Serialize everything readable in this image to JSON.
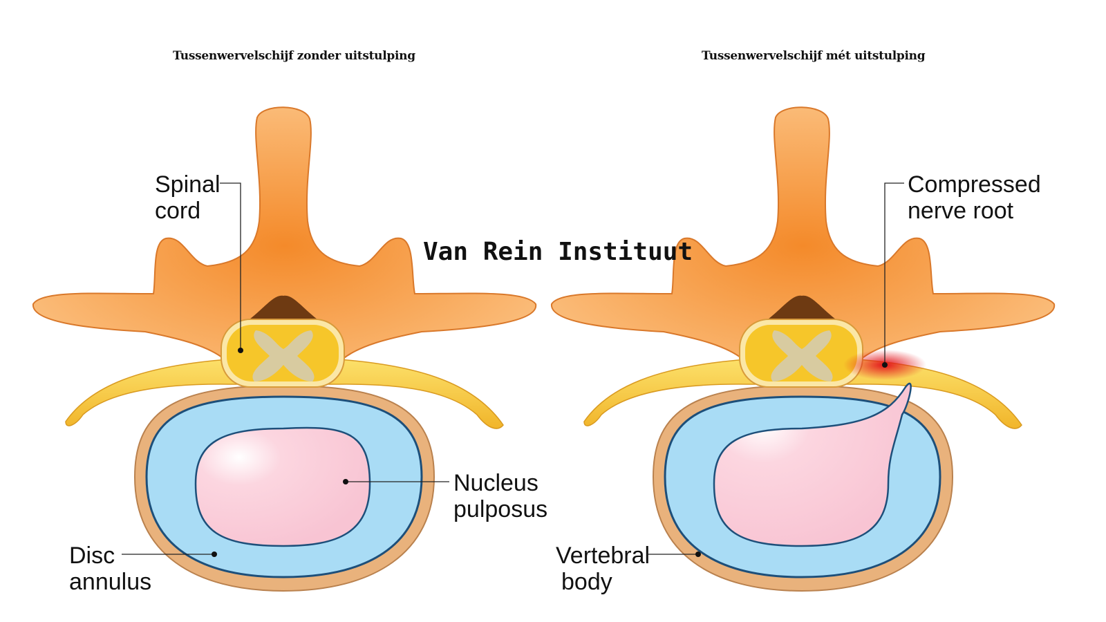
{
  "titles": {
    "left": "Tussenwervelschijf zonder uitstulping",
    "right": "Tussenwervelschijf mét uitstulping"
  },
  "watermark": "Van Rein Instituut",
  "labels": {
    "spinal_cord": [
      "Spinal",
      "cord"
    ],
    "nucleus_pulposus": [
      "Nucleus",
      "pulposus"
    ],
    "disc_annulus": [
      "Disc",
      "annulus"
    ],
    "compressed_nerve_root": [
      "Compressed",
      "nerve root"
    ],
    "vertebral_body": [
      "Vertebral",
      "body"
    ]
  },
  "colors": {
    "bone": "#f7a55a",
    "nerve": "#f8d34a",
    "disc_annulus": "#a9dcf5",
    "nucleus": "#f9c9d6",
    "outer_body": "#e9b27c",
    "compression": "#e3141b"
  }
}
